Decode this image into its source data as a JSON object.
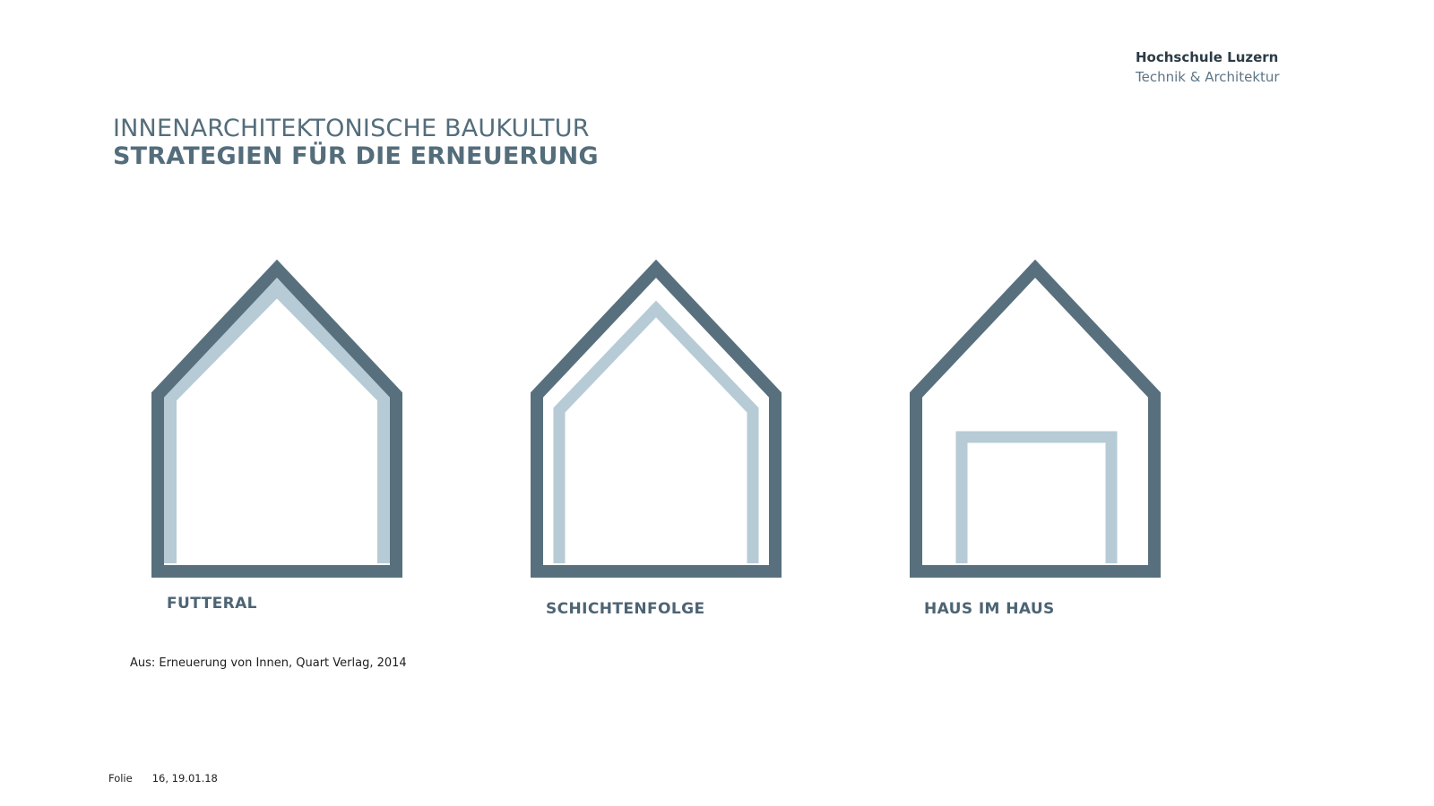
{
  "brand": {
    "name": "Hochschule Luzern",
    "department": "Technik & Architektur"
  },
  "title": {
    "line1": "INNENARCHITEKTONISCHE BAUKULTUR",
    "line2": "STRATEGIEN FÜR DIE ERNEUERUNG"
  },
  "diagrams": [
    {
      "label": "FUTTERAL"
    },
    {
      "label": "SCHICHTENFOLGE"
    },
    {
      "label": "HAUS IM HAUS"
    }
  ],
  "source": "Aus: Erneuerung von Innen, Quart Verlag, 2014",
  "footer": {
    "label": "Folie",
    "slide": "16, 19.01.18"
  },
  "colors": {
    "outer_wall": "#58707d",
    "inner_layer": "#b6cbd5",
    "title": "#546d7b"
  }
}
